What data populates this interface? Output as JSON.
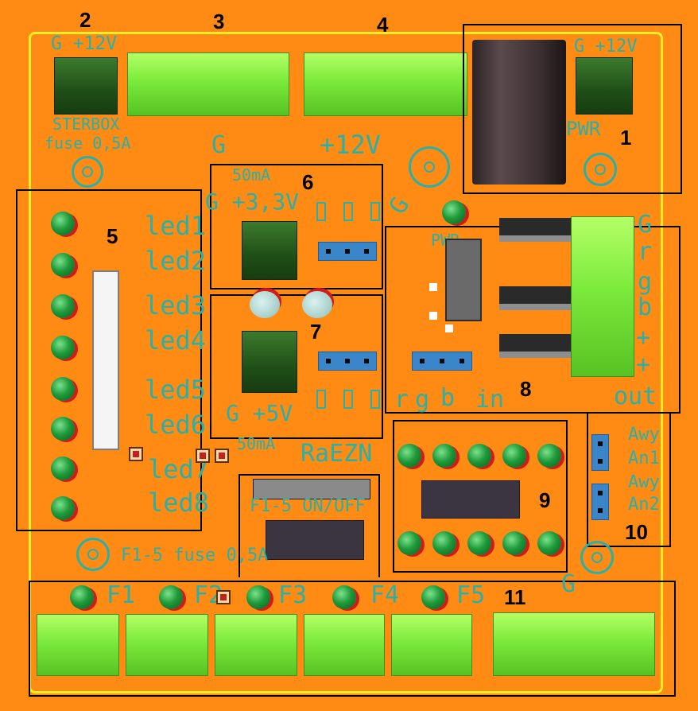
{
  "colors": {
    "board": "#ff8a14",
    "silkscreen": "#27b1a8",
    "outline": "#f4ee2a",
    "terminal": "#7bea3a",
    "led": "#1f9a3a"
  },
  "callouts": [
    "1",
    "2",
    "3",
    "4",
    "5",
    "6",
    "7",
    "8",
    "9",
    "10",
    "11"
  ],
  "labels": {
    "g_12v_left": "G +12V",
    "sterbox": "STERBOX",
    "fuse_top": "fuse 0,5A",
    "g_term3": "G",
    "v12_term4": "+12V",
    "g_mid": "G",
    "g_12v_right": "G +12V",
    "pwr_jack": "PWR",
    "pwr_led": "PWR",
    "ma50_top": "50mA",
    "g_33v": "G +3,3V",
    "g_5v": "G +5V",
    "ma50_bottom": "50mA",
    "raezn": "RaEZN",
    "f15_onoff": "F1-5 ON/OFF",
    "f15_fuse": "F1-5 fuse 0,5A",
    "leds": [
      "led1",
      "led2",
      "led3",
      "led4",
      "led5",
      "led6",
      "led7",
      "led8"
    ],
    "rgb_pins": [
      "r",
      "g",
      "b",
      "in"
    ],
    "rgb_term": [
      "G",
      "r",
      "g",
      "b",
      "+",
      "+",
      "out"
    ],
    "awy": [
      "Awy",
      "An1",
      "Awy",
      "An2"
    ],
    "fuses": [
      "F1",
      "F2",
      "F3",
      "F4",
      "F5"
    ],
    "g_bottom": "G"
  }
}
